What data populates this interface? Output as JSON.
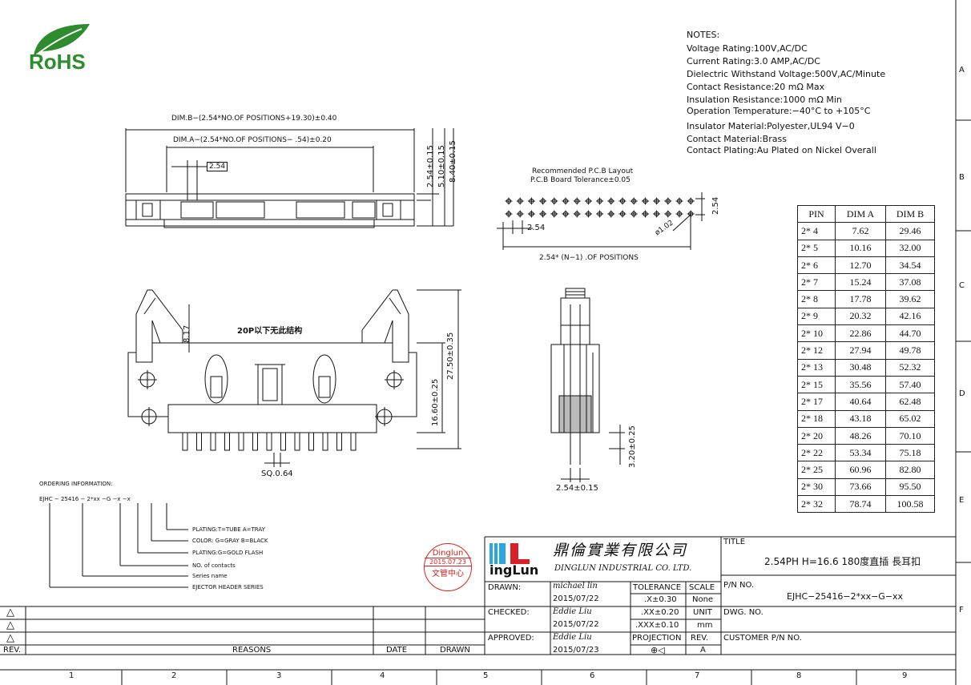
{
  "logo": {
    "text": "RoHS",
    "icon": "leaf-icon",
    "color": "#2e8b2e"
  },
  "notes": {
    "heading": "NOTES:",
    "lines": [
      "Voltage Rating:100V,AC/DC",
      "Current Rating:3.0 AMP,AC/DC",
      "Dielectric Withstand Voltage:500V,AC/Minute",
      "Contact Resistance:20 mΩ Max",
      "Insulation Resistance:1000 mΩ Min",
      "Operation Temperature:−40°C to +105°C",
      "Insulator Material:Polyester,UL94 V−0",
      "Contact Material:Brass",
      "Contact Plating:Au Plated on Nickel Overall"
    ]
  },
  "dims": {
    "dim_b": "DIM.B−(2.54*NO.OF POSITIONS+19.30)±0.40",
    "dim_a": "DIM.A−(2.54*NO.OF POSITIONS− .54)±0.20",
    "pitch": "2.54",
    "h1": "2.54±0.15",
    "h2": "5.10±0.15",
    "h3": "8.40±0.15",
    "pcb_title": "Recommended P.C.B Layout",
    "pcb_tol": "P.C.B Board Tolerance±0.05",
    "pcb_pitch_x": "2.54",
    "pcb_pitch_y": "2.54",
    "pcb_hole": "ø1.02",
    "pcb_span": "2.54* (N−1) .OF POSITIONS",
    "front_note": "20P以下无此结构",
    "front_817": "8.17",
    "front_1660": "16.60±0.25",
    "front_2750": "27.50±0.35",
    "sq": "SQ.0.64",
    "side_320": "3.20±0.25",
    "side_254": "2.54±0.15"
  },
  "ordering": {
    "heading": "ORDERING INFORMATION:",
    "code": "EJHC − 25416 − 2*xx −G −x −x",
    "items": [
      "PLATING:T=TUBE A=TRAY",
      "COLOR: G=GRAY B=BLACK",
      "PLATING:G=GOLD FLASH",
      "NO. of contacts",
      "Series name",
      "EJECTOR HEADER SERIES"
    ]
  },
  "pin_table": {
    "headers": [
      "PIN",
      "DIM A",
      "DIM B"
    ],
    "rows": [
      [
        "2* 4",
        "7.62",
        "29.46"
      ],
      [
        "2* 5",
        "10.16",
        "32.00"
      ],
      [
        "2* 6",
        "12.70",
        "34.54"
      ],
      [
        "2* 7",
        "15.24",
        "37.08"
      ],
      [
        "2* 8",
        "17.78",
        "39.62"
      ],
      [
        "2* 9",
        "20.32",
        "42.16"
      ],
      [
        "2* 10",
        "22.86",
        "44.70"
      ],
      [
        "2* 12",
        "27.94",
        "49.78"
      ],
      [
        "2* 13",
        "30.48",
        "52.32"
      ],
      [
        "2* 15",
        "35.56",
        "57.40"
      ],
      [
        "2* 17",
        "40.64",
        "62.48"
      ],
      [
        "2* 18",
        "43.18",
        "65.02"
      ],
      [
        "2* 20",
        "48.26",
        "70.10"
      ],
      [
        "2* 22",
        "53.34",
        "75.18"
      ],
      [
        "2* 25",
        "60.96",
        "82.80"
      ],
      [
        "2* 30",
        "73.66",
        "95.50"
      ],
      [
        "2* 32",
        "78.74",
        "100.58"
      ]
    ]
  },
  "stamp": {
    "line1": "Dinglun",
    "line2": "2015.07.23",
    "line3": "文管中心"
  },
  "company": {
    "logo_text": "ingLun",
    "name_cn": "鼎倫實業有限公司",
    "name_en": "DINGLUN INDUSTRIAL CO. LTD."
  },
  "title_block": {
    "title_label": "TITLE",
    "title_value": "2.54PH H=16.6 180度直插 長耳扣",
    "drawn_label": "DRAWN:",
    "drawn_name": "michael lin",
    "drawn_date": "2015/07/22",
    "checked_label": "CHECKED:",
    "checked_name": "Eddie Liu",
    "checked_date": "2015/07/22",
    "approved_label": "APPROVED:",
    "approved_name": "Eddie Liu",
    "approved_date": "2015/07/23",
    "tolerance_label": "TOLERANCE",
    "tol1": ".X±0.30",
    "tol2": ".XX±0.20",
    "tol3": ".XXX±0.10",
    "scale_label": "SCALE",
    "scale_value": "None",
    "unit_label": "UNIT",
    "unit_value": "mm",
    "projection_label": "PROJECTION",
    "rev_label": "REV.",
    "rev_value": "A",
    "pn_label": "P/N NO.",
    "pn_value": "EJHC−25416−2*xx−G−xx",
    "dwg_label": "DWG. NO.",
    "customer_label": "CUSTOMER P/N NO."
  },
  "revision_block": {
    "rev_col": "REV.",
    "reasons_col": "REASONS",
    "date_col": "DATE",
    "drawn_col": "DRAWN"
  },
  "border": {
    "cols": [
      "1",
      "2",
      "3",
      "4",
      "5",
      "6",
      "7",
      "8",
      "9"
    ],
    "rows": [
      "A",
      "B",
      "C",
      "D",
      "E",
      "F"
    ]
  }
}
